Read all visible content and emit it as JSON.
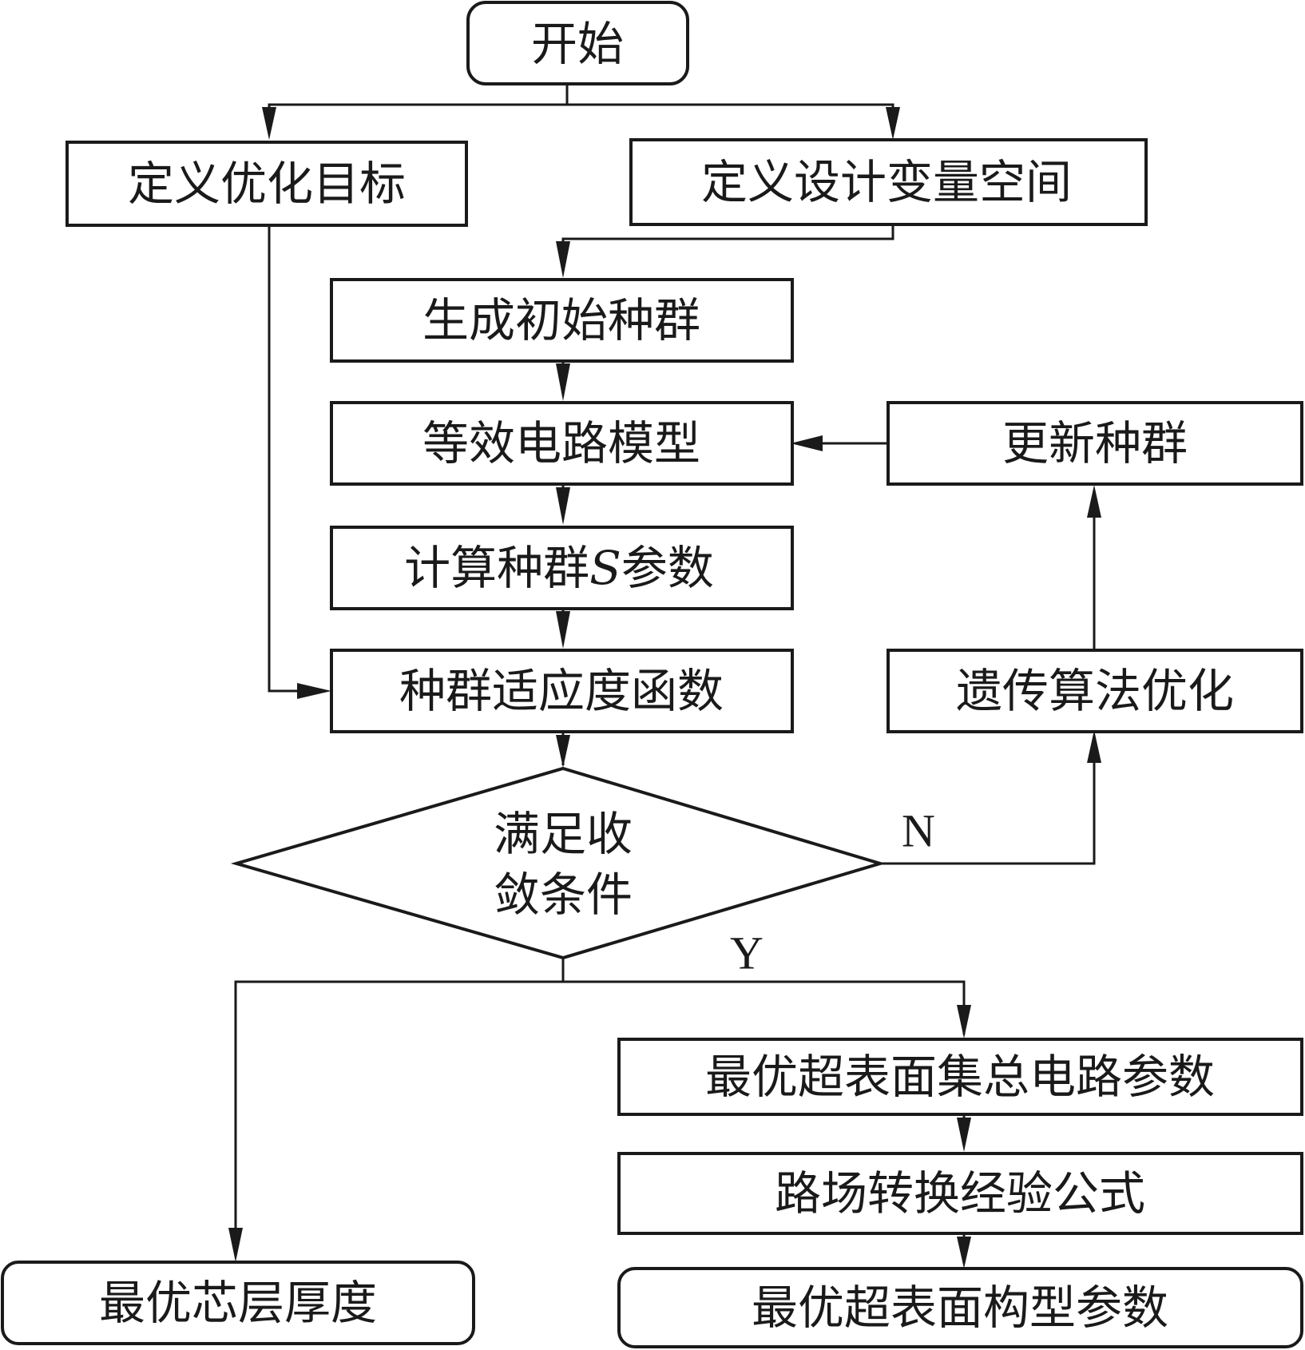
{
  "flowchart": {
    "start": "开始",
    "define_objective": "定义优化目标",
    "define_variables": "定义设计变量空间",
    "init_population": "生成初始种群",
    "circuit_model": "等效电路模型",
    "compute_s_params": {
      "prefix": "计算种群",
      "symbol": "S",
      "suffix": "参数"
    },
    "fitness": "种群适应度函数",
    "decision": {
      "line1": "满足收",
      "line2": "敛条件"
    },
    "no_label": "N",
    "yes_label": "Y",
    "ga_optimize": "遗传算法优化",
    "update_population": "更新种群",
    "optimal_lumped": "最优超表面集总电路参数",
    "circuit_field_formula": "路场转换经验公式",
    "optimal_core": "最优芯层厚度",
    "optimal_structure": "最优超表面构型参数"
  },
  "colors": {
    "stroke": "#1a1a1a",
    "background": "#ffffff"
  }
}
